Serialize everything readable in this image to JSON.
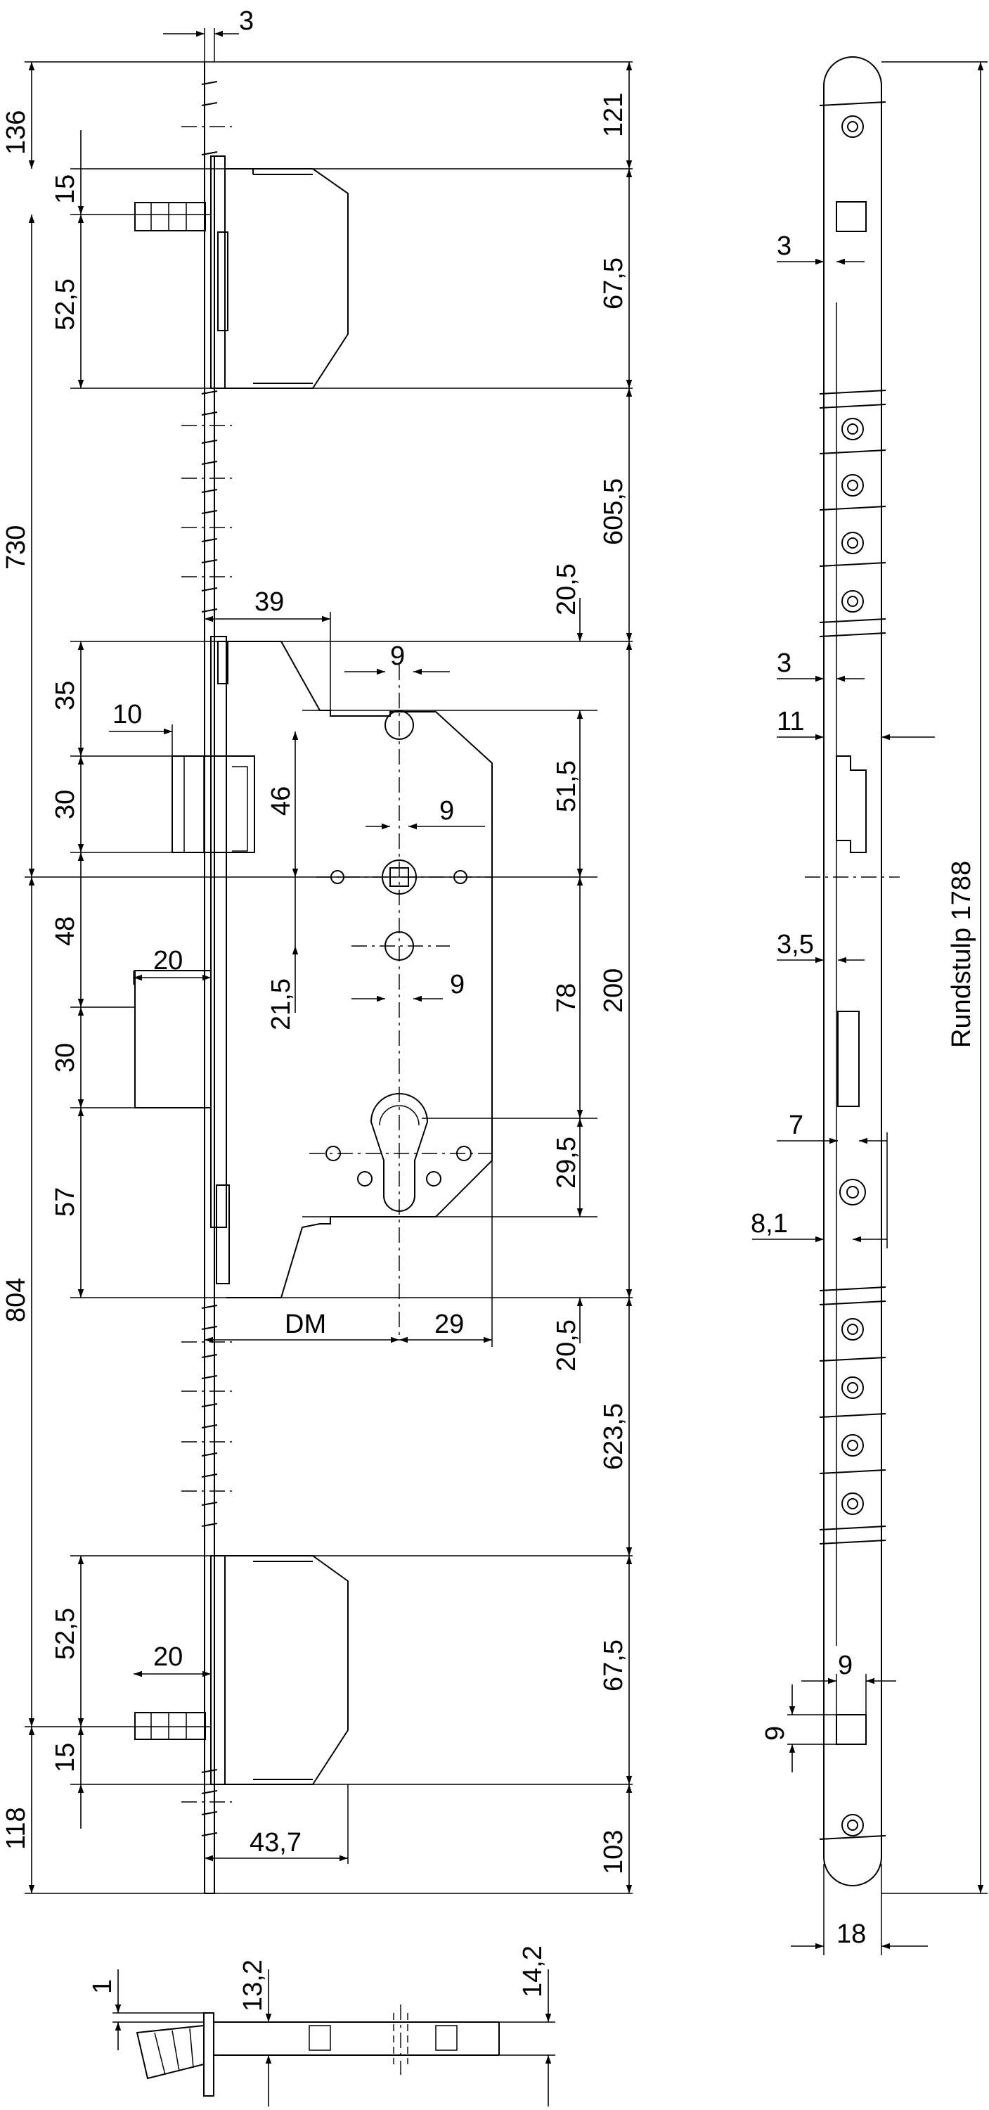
{
  "dimensions": {
    "d_3_top": "3",
    "d_136": "136",
    "d_121": "121",
    "d_15_top": "15",
    "d_52_5_top": "52,5",
    "d_67_5_top": "67,5",
    "d_730": "730",
    "d_605_5": "605,5",
    "d_39": "39",
    "d_20_5_top": "20,5",
    "d_9_a": "9",
    "d_35": "35",
    "d_10": "10",
    "d_30_a": "30",
    "d_46": "46",
    "d_9_b": "9",
    "d_51_5": "51,5",
    "d_48": "48",
    "d_20_a": "20",
    "d_21_5": "21,5",
    "d_9_c": "9",
    "d_78": "78",
    "d_200": "200",
    "d_30_b": "30",
    "d_57": "57",
    "d_29_5": "29,5",
    "d_804": "804",
    "d_dm": "DM",
    "d_29": "29",
    "d_20_5_bot": "20,5",
    "d_623_5": "623,5",
    "d_52_5_bot": "52,5",
    "d_20_b": "20",
    "d_67_5_bot": "67,5",
    "d_15_bot": "15",
    "d_118": "118",
    "d_43_7": "43,7",
    "d_103": "103",
    "r_3_a": "3",
    "r_3_b": "3",
    "r_11": "11",
    "r_3_5": "3,5",
    "r_7": "7",
    "r_8_1": "8,1",
    "r_9_h": "9",
    "r_9_v": "9",
    "r_18": "18",
    "r_rundstulp": "Rundstulp 1788",
    "b_1": "1",
    "b_13_2": "13,2",
    "b_14_2": "14,2"
  }
}
